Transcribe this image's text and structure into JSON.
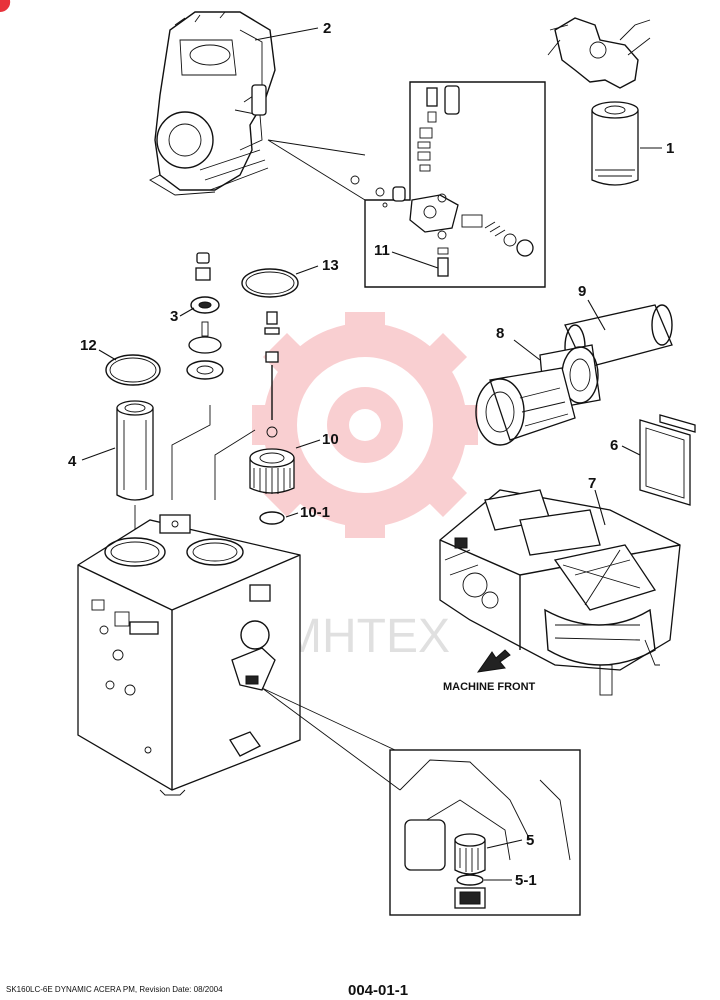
{
  "labels": {
    "p1": "1",
    "p2": "2",
    "p3": "3",
    "p4": "4",
    "p5": "5",
    "p5_1": "5-1",
    "p6": "6",
    "p7": "7",
    "p8": "8",
    "p9": "9",
    "p10": "10",
    "p10_1": "10-1",
    "p11": "11",
    "p12": "12",
    "p13": "13"
  },
  "direction_caption": "MACHINE FRONT",
  "watermark_text": "MHTEX",
  "watermark_color": "#e8424c",
  "footer": {
    "doc_info": "SK160LC-6E DYNAMIC ACERA PM, Revision Date: 08/2004",
    "page_number": "004-01-1"
  }
}
